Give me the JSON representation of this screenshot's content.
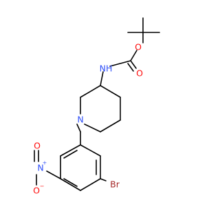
{
  "molecule": {
    "atoms": {
      "nh": "NH",
      "o_ester": "O",
      "o_carbonyl": "O",
      "n_ring": "N",
      "n_nitro": "N",
      "nitro_plus": "+",
      "o_nitro_carbonyl": "O",
      "o_nitro_minus": "O",
      "o_minus": "−",
      "br": "Br"
    },
    "colors": {
      "bond": "#000000",
      "nitrogen": "#3050F8",
      "oxygen": "#FF0D0D",
      "bromine": "#A62929"
    }
  }
}
